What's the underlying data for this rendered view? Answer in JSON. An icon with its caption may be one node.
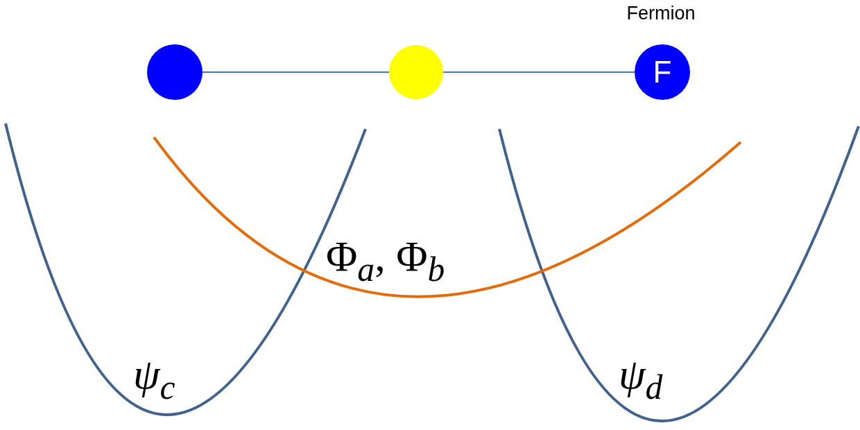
{
  "diagram": {
    "nodes": [
      {
        "text": [],
        "shape": "circle"
      },
      {
        "text": [],
        "shape": "circle"
      },
      {
        "text": [
          "F"
        ],
        "beside": [
          "Fermion"
        ]
      }
    ],
    "edges": [
      {
        "from": 0,
        "to": 1,
        "arrow": "none"
      },
      {
        "from": 1,
        "to": 2,
        "arrow": "none"
      }
    ],
    "labels": [
      "Φ$_{a}$, Φ$_{b}$",
      "ψ$_{c}$",
      "ψ$_{d}$"
    ]
  }
}
